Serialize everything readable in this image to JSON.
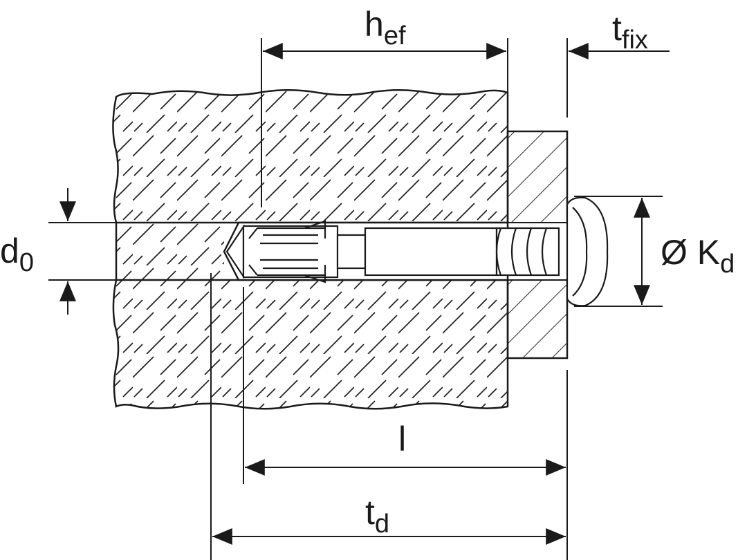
{
  "labels": {
    "hef": {
      "main": "h",
      "sub": "ef"
    },
    "tfix": {
      "main": "t",
      "sub": "fix"
    },
    "d0": {
      "main": "d",
      "sub": "0"
    },
    "kd": {
      "main": "Ø K",
      "sub": "d"
    },
    "l": {
      "main": "l"
    },
    "td": {
      "main": "t",
      "sub": "d"
    }
  },
  "colors": {
    "ink": "#1a1a1a",
    "background": "#ffffff"
  }
}
